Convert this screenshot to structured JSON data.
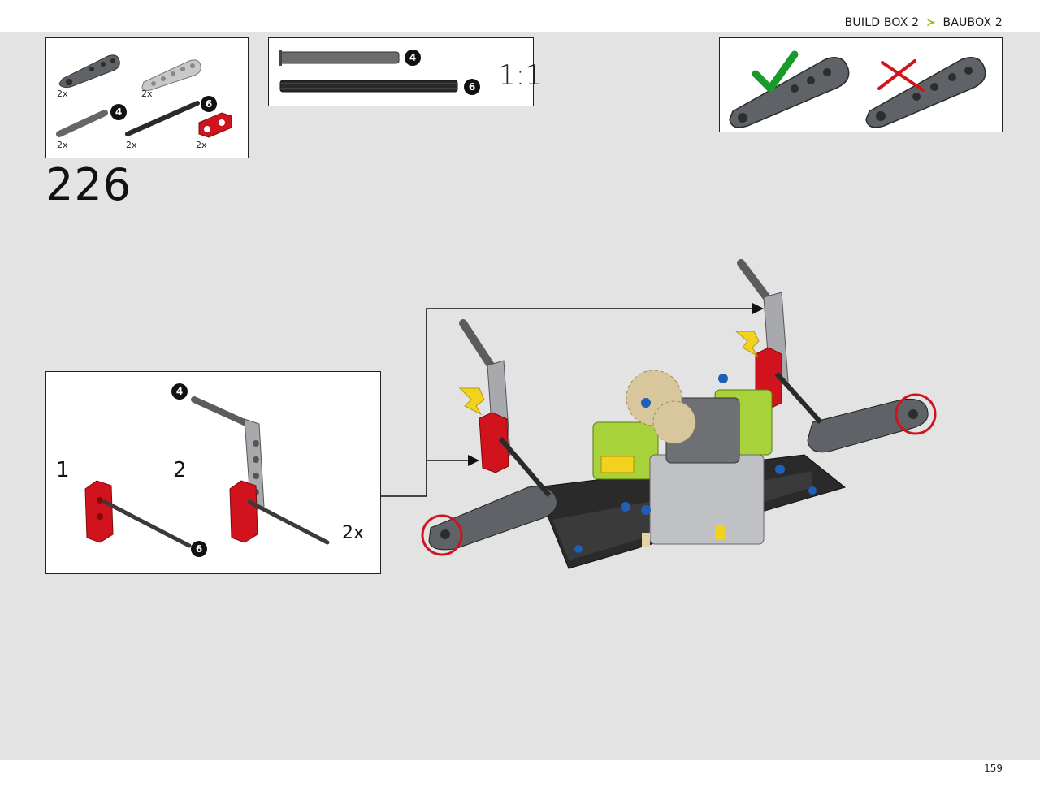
{
  "header": {
    "left": "BUILD BOX 2",
    "separator": "≻",
    "right": "BAUBOX 2"
  },
  "parts_list": {
    "items": [
      {
        "name": "dark-gray-link",
        "quantity": "2x"
      },
      {
        "name": "light-gray-link",
        "quantity": "2x"
      },
      {
        "name": "axle-4-dark-gray",
        "quantity": "2x",
        "badge": "4"
      },
      {
        "name": "axle-6-black",
        "quantity": "2x",
        "badge": "6"
      },
      {
        "name": "red-connector",
        "quantity": "2x"
      }
    ]
  },
  "axle_scale": {
    "axle_4_badge": "4",
    "axle_6_badge": "6",
    "scale_label": "1:1"
  },
  "step": {
    "number": "226"
  },
  "subassembly": {
    "step_1": "1",
    "step_2": "2",
    "badge_4": "4",
    "badge_6": "6",
    "multiplier": "2x"
  },
  "page": {
    "number": "159"
  },
  "colors": {
    "accent_green": "#8ac200",
    "highlight_red": "#d0131c",
    "check_green": "#1a9a2a"
  }
}
